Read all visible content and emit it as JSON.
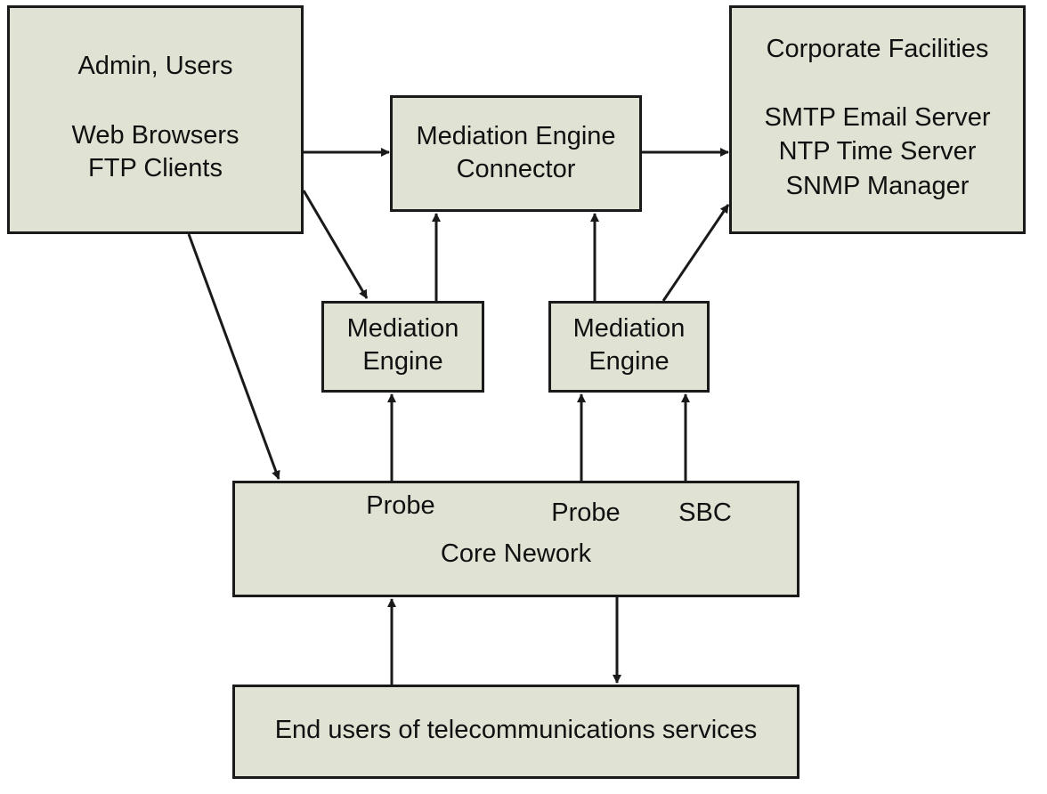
{
  "admin_box": {
    "line1": "Admin, Users",
    "line2": "Web Browsers",
    "line3": "FTP Clients"
  },
  "connector_box": {
    "line1": "Mediation Engine",
    "line2": "Connector"
  },
  "facilities_box": {
    "title": "Corporate Facilities",
    "line1": "SMTP Email Server",
    "line2": "NTP Time Server",
    "line3": "SNMP Manager"
  },
  "mediation_left": {
    "line1": "Mediation",
    "line2": "Engine"
  },
  "mediation_right": {
    "line1": "Mediation",
    "line2": "Engine"
  },
  "core_box": {
    "probe_left": "Probe",
    "probe_right": "Probe",
    "sbc": "SBC",
    "label": "Core Nework"
  },
  "end_users_box": {
    "label": "End users of telecommunications services"
  },
  "colors": {
    "box_fill": "#e0e2d4",
    "line": "#1a1a1a"
  }
}
